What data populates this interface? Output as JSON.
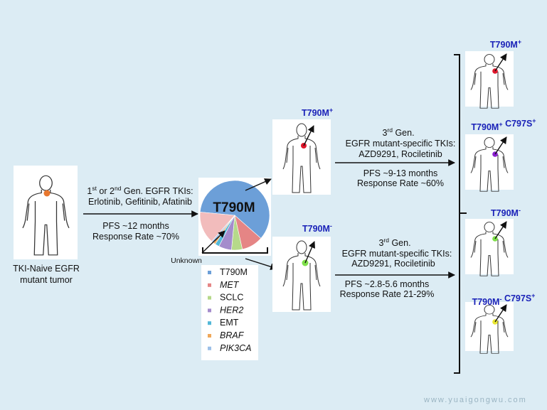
{
  "start": {
    "caption_line1": "TKI-Naive EGFR",
    "caption_line2": "mutant tumor",
    "tumor_color": "#e8772e"
  },
  "first_line": {
    "line1_prefix": "1",
    "line1_sup": "st",
    "line1_mid": " or 2",
    "line1_sup2": "nd",
    "line1_suffix": " Gen. EGFR TKIs:",
    "drugs": "Erlotinib, Gefitinib, Afatinib",
    "pfs": "PFS ~12 months",
    "response": "Response Rate ~70%"
  },
  "resistance_pie": {
    "title": "T790M",
    "unknown_label": "Unknown"
  },
  "chart_data": {
    "type": "pie",
    "title": "T790M",
    "slices": [
      {
        "label": "T790M",
        "value": 60,
        "color": "#6c9fd8"
      },
      {
        "label": "MET",
        "value": 10,
        "color": "#e58585"
      },
      {
        "label": "SCLC",
        "value": 5,
        "color": "#b6d98a"
      },
      {
        "label": "HER2",
        "value": 6,
        "color": "#a48ccc"
      },
      {
        "label": "EMT",
        "value": 2,
        "color": "#53b8d8"
      },
      {
        "label": "BRAF",
        "value": 1,
        "color": "#f0a85a"
      },
      {
        "label": "PIK3CA",
        "value": 1,
        "color": "#9cc0e8"
      },
      {
        "label": "Unknown",
        "value": 15,
        "color": "#f2bcbc"
      }
    ],
    "legend": [
      {
        "label": "T790M",
        "italic": false,
        "color": "#6c9fd8"
      },
      {
        "label": "MET",
        "italic": true,
        "color": "#e58585"
      },
      {
        "label": "SCLC",
        "italic": false,
        "color": "#b6d98a"
      },
      {
        "label": "HER2",
        "italic": true,
        "color": "#a48ccc"
      },
      {
        "label": "EMT",
        "italic": false,
        "color": "#53b8d8"
      },
      {
        "label": "BRAF",
        "italic": true,
        "color": "#f0a85a"
      },
      {
        "label": "PIK3CA",
        "italic": true,
        "color": "#9cc0e8"
      }
    ]
  },
  "branch_pos": {
    "mutation_main": "T790M",
    "mutation_sup": "+",
    "dot_color": "#e0162b",
    "gen_prefix": "3",
    "gen_sup": "rd",
    "gen_suffix": " Gen.",
    "tki_line": "EGFR mutant-specific  TKIs:",
    "drugs": "AZD9291, Rociletinib",
    "pfs": "PFS ~9-13 months",
    "response": "Response Rate ~60%"
  },
  "branch_neg": {
    "mutation_main": "T790M",
    "mutation_sup": "-",
    "dot_color": "#7fe04a",
    "gen_prefix": "3",
    "gen_sup": "rd",
    "gen_suffix": " Gen.",
    "tki_line": "EGFR mutant-specific  TKIs:",
    "drugs": "AZD9291, Rociletinib",
    "pfs": "PFS ~2.8-5.6 months",
    "response": "Response Rate 21-29%"
  },
  "outcomes": [
    {
      "parts": [
        {
          "t": "T790M",
          "s": "+"
        }
      ],
      "dot_color": "#e0162b"
    },
    {
      "parts": [
        {
          "t": "T790M",
          "s": "+"
        },
        {
          "t": " C797S",
          "s": "+"
        }
      ],
      "dot_color": "#8a1fd0"
    },
    {
      "parts": [
        {
          "t": "T790M",
          "s": "-"
        }
      ],
      "dot_color": "#7fe04a"
    },
    {
      "parts": [
        {
          "t": "T790M",
          "s": "-"
        },
        {
          "t": " C797S",
          "s": "+"
        }
      ],
      "dot_color": "#e8e630"
    }
  ],
  "watermark": "www.yuaigongwu.com"
}
